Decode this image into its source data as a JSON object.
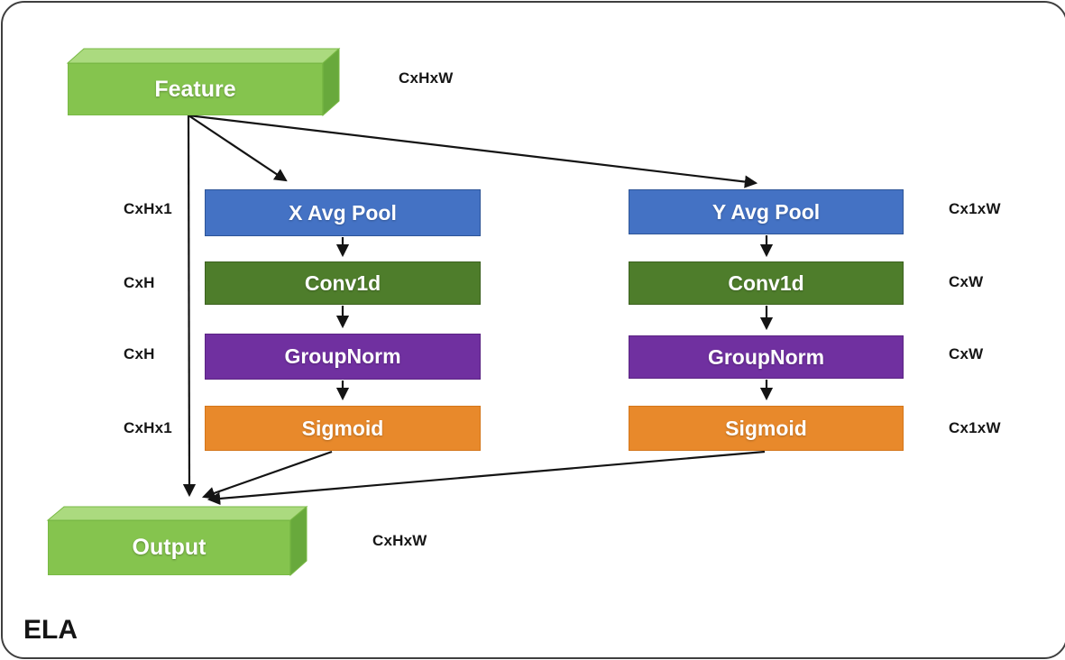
{
  "diagram": {
    "caption": "ELA",
    "feature": {
      "label": "Feature",
      "dim": "CxHxW",
      "front_color": "#85c44e",
      "top_color": "#abda7f",
      "side_color": "#68a93c",
      "edge_color": "#79b945"
    },
    "output": {
      "label": "Output",
      "dim": "CxHxW",
      "front_color": "#85c44e",
      "top_color": "#abda7f",
      "side_color": "#68a93c",
      "edge_color": "#79b945"
    },
    "left_branch": {
      "rows": [
        {
          "label": "X Avg Pool",
          "dim": "CxHx1",
          "color": "#4472c4",
          "border": "#2e5597"
        },
        {
          "label": "Conv1d",
          "dim": "CxH",
          "color": "#4e7d2b",
          "border": "#3c611f"
        },
        {
          "label": "GroupNorm",
          "dim": "CxH",
          "color": "#7030a0",
          "border": "#5b2483"
        },
        {
          "label": "Sigmoid",
          "dim": "CxHx1",
          "color": "#e8892b",
          "border": "#d4761a"
        }
      ]
    },
    "right_branch": {
      "rows": [
        {
          "label": "Y Avg Pool",
          "dim": "Cx1xW",
          "color": "#4472c4",
          "border": "#2e5597"
        },
        {
          "label": "Conv1d",
          "dim": "CxW",
          "color": "#4e7d2b",
          "border": "#3c611f"
        },
        {
          "label": "GroupNorm",
          "dim": "CxW",
          "color": "#7030a0",
          "border": "#5b2483"
        },
        {
          "label": "Sigmoid",
          "dim": "Cx1xW",
          "color": "#e8892b",
          "border": "#d4761a"
        }
      ]
    },
    "arrow_color": "#141414"
  }
}
